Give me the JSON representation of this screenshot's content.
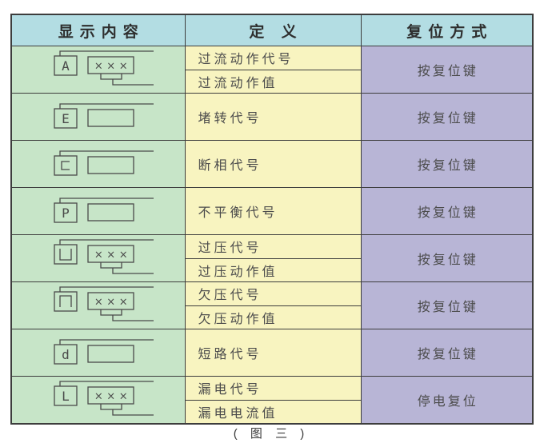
{
  "caption": "( 图 三 )",
  "colors": {
    "header_bg": "#b3dde3",
    "display_bg": "#c7e5c8",
    "definition_bg": "#f8f4c0",
    "reset_bg": "#b8b5d6",
    "border": "#3d3d3d",
    "text": "#4a4a4a"
  },
  "table": {
    "headers": [
      "显示内容",
      "定 义",
      "复位方式"
    ],
    "rows": [
      {
        "display": {
          "code_letter": "A",
          "value_text": "×××",
          "has_value_bracket": true
        },
        "definitions": [
          "过流动作代号",
          "过流动作值"
        ],
        "reset": "按复位键"
      },
      {
        "display": {
          "code_letter": "E",
          "value_text": "",
          "has_value_bracket": false
        },
        "definitions": [
          "堵转代号"
        ],
        "reset": "按复位键"
      },
      {
        "display": {
          "code_letter": "c",
          "value_text": "",
          "has_value_bracket": false
        },
        "definitions": [
          "断相代号"
        ],
        "reset": "按复位键"
      },
      {
        "display": {
          "code_letter": "P",
          "value_text": "",
          "has_value_bracket": false
        },
        "definitions": [
          "不平衡代号"
        ],
        "reset": "按复位键"
      },
      {
        "display": {
          "code_letter": "⊔",
          "value_text": "×××",
          "has_value_bracket": true
        },
        "definitions": [
          "过压代号",
          "过压动作值"
        ],
        "reset": "按复位键"
      },
      {
        "display": {
          "code_letter": "⊓",
          "value_text": "×××",
          "has_value_bracket": true
        },
        "definitions": [
          "欠压代号",
          "欠压动作值"
        ],
        "reset": "按复位键"
      },
      {
        "display": {
          "code_letter": "d",
          "value_text": "",
          "has_value_bracket": false
        },
        "definitions": [
          "短路代号"
        ],
        "reset": "按复位键"
      },
      {
        "display": {
          "code_letter": "L",
          "value_text": "×××",
          "has_value_bracket": true
        },
        "definitions": [
          "漏电代号",
          "漏电电流值"
        ],
        "reset": "停电复位"
      }
    ]
  }
}
